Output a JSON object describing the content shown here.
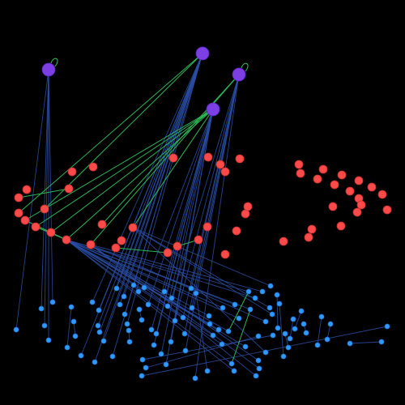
{
  "colors": {
    "background": "#000000",
    "hub_fill": "#7b3fe4",
    "hub_stroke": "#5a24c0",
    "mid_fill": "#ff4a4a",
    "mid_stroke": "#c82f2f",
    "leaf_fill": "#2f9bff",
    "leaf_stroke": "#1f6fd0",
    "edge_blue": "#2a4fa6",
    "edge_green": "#2fbf5a"
  },
  "graph": {
    "nodes": [
      {
        "id": "h1",
        "kind": "hub",
        "self_loop": true
      },
      {
        "id": "h2",
        "kind": "hub",
        "self_loop": false
      },
      {
        "id": "h3",
        "kind": "hub",
        "self_loop": true
      },
      {
        "id": "h4",
        "kind": "hub",
        "self_loop": false
      },
      {
        "id": "m1",
        "kind": "mid"
      },
      {
        "id": "m2",
        "kind": "mid"
      },
      {
        "id": "m3",
        "kind": "mid"
      },
      {
        "id": "m4",
        "kind": "mid"
      },
      {
        "id": "m5",
        "kind": "mid"
      },
      {
        "id": "m6",
        "kind": "mid"
      },
      {
        "id": "m7",
        "kind": "mid"
      },
      {
        "id": "m8",
        "kind": "mid"
      },
      {
        "id": "m9",
        "kind": "mid"
      },
      {
        "id": "m10",
        "kind": "mid"
      },
      {
        "id": "m11",
        "kind": "mid"
      },
      {
        "id": "m12",
        "kind": "mid"
      },
      {
        "id": "m13",
        "kind": "mid"
      },
      {
        "id": "m14",
        "kind": "mid"
      },
      {
        "id": "m15",
        "kind": "mid"
      },
      {
        "id": "m16",
        "kind": "mid"
      },
      {
        "id": "m17",
        "kind": "mid"
      },
      {
        "id": "m18",
        "kind": "mid"
      },
      {
        "id": "m19",
        "kind": "mid"
      },
      {
        "id": "m20",
        "kind": "mid"
      },
      {
        "id": "m21",
        "kind": "mid"
      },
      {
        "id": "m22",
        "kind": "mid"
      },
      {
        "id": "m23",
        "kind": "mid"
      },
      {
        "id": "m24",
        "kind": "mid"
      },
      {
        "id": "m25",
        "kind": "mid"
      },
      {
        "id": "m26",
        "kind": "mid"
      },
      {
        "id": "m27",
        "kind": "mid"
      },
      {
        "id": "m28",
        "kind": "mid"
      },
      {
        "id": "m29",
        "kind": "mid"
      },
      {
        "id": "m30",
        "kind": "mid"
      },
      {
        "id": "m31",
        "kind": "mid"
      },
      {
        "id": "m32",
        "kind": "mid"
      },
      {
        "id": "m33",
        "kind": "mid"
      },
      {
        "id": "m34",
        "kind": "mid"
      },
      {
        "id": "m35",
        "kind": "mid"
      },
      {
        "id": "m36",
        "kind": "mid"
      },
      {
        "id": "m37",
        "kind": "mid"
      },
      {
        "id": "m38",
        "kind": "mid"
      },
      {
        "id": "m39",
        "kind": "mid"
      },
      {
        "id": "m40",
        "kind": "mid"
      },
      {
        "id": "m41",
        "kind": "mid"
      },
      {
        "id": "m42",
        "kind": "mid"
      },
      {
        "id": "m43",
        "kind": "mid"
      },
      {
        "id": "m44",
        "kind": "mid"
      },
      {
        "id": "m45",
        "kind": "mid"
      },
      {
        "id": "m46",
        "kind": "mid"
      },
      {
        "id": "m47",
        "kind": "mid"
      },
      {
        "id": "m48",
        "kind": "mid"
      },
      {
        "id": "l1",
        "kind": "leaf"
      },
      {
        "id": "l2",
        "kind": "leaf"
      },
      {
        "id": "l3",
        "kind": "leaf"
      },
      {
        "id": "l4",
        "kind": "leaf"
      },
      {
        "id": "l5",
        "kind": "leaf"
      },
      {
        "id": "l6",
        "kind": "leaf"
      },
      {
        "id": "l7",
        "kind": "leaf"
      },
      {
        "id": "l8",
        "kind": "leaf"
      },
      {
        "id": "l9",
        "kind": "leaf"
      },
      {
        "id": "l10",
        "kind": "leaf"
      },
      {
        "id": "l11",
        "kind": "leaf"
      },
      {
        "id": "l12",
        "kind": "leaf"
      },
      {
        "id": "l13",
        "kind": "leaf"
      },
      {
        "id": "l14",
        "kind": "leaf"
      },
      {
        "id": "l15",
        "kind": "leaf"
      },
      {
        "id": "l16",
        "kind": "leaf"
      },
      {
        "id": "l17",
        "kind": "leaf"
      },
      {
        "id": "l18",
        "kind": "leaf"
      },
      {
        "id": "l19",
        "kind": "leaf"
      },
      {
        "id": "l20",
        "kind": "leaf"
      },
      {
        "id": "l21",
        "kind": "leaf"
      },
      {
        "id": "l22",
        "kind": "leaf"
      },
      {
        "id": "l23",
        "kind": "leaf"
      },
      {
        "id": "l24",
        "kind": "leaf"
      },
      {
        "id": "l25",
        "kind": "leaf"
      },
      {
        "id": "l26",
        "kind": "leaf"
      },
      {
        "id": "l27",
        "kind": "leaf"
      },
      {
        "id": "l28",
        "kind": "leaf"
      },
      {
        "id": "l29",
        "kind": "leaf"
      },
      {
        "id": "l30",
        "kind": "leaf"
      },
      {
        "id": "l31",
        "kind": "leaf"
      },
      {
        "id": "l32",
        "kind": "leaf"
      },
      {
        "id": "l33",
        "kind": "leaf"
      },
      {
        "id": "l34",
        "kind": "leaf"
      },
      {
        "id": "l35",
        "kind": "leaf"
      },
      {
        "id": "l36",
        "kind": "leaf"
      },
      {
        "id": "l37",
        "kind": "leaf"
      },
      {
        "id": "l38",
        "kind": "leaf"
      },
      {
        "id": "l39",
        "kind": "leaf"
      },
      {
        "id": "l40",
        "kind": "leaf"
      },
      {
        "id": "l41",
        "kind": "leaf"
      },
      {
        "id": "l42",
        "kind": "leaf"
      },
      {
        "id": "l43",
        "kind": "leaf"
      },
      {
        "id": "l44",
        "kind": "leaf"
      },
      {
        "id": "l45",
        "kind": "leaf"
      },
      {
        "id": "l46",
        "kind": "leaf"
      },
      {
        "id": "l47",
        "kind": "leaf"
      },
      {
        "id": "l48",
        "kind": "leaf"
      },
      {
        "id": "l49",
        "kind": "leaf"
      },
      {
        "id": "l50",
        "kind": "leaf"
      },
      {
        "id": "l51",
        "kind": "leaf"
      },
      {
        "id": "l52",
        "kind": "leaf"
      },
      {
        "id": "l53",
        "kind": "leaf"
      },
      {
        "id": "l54",
        "kind": "leaf"
      },
      {
        "id": "l55",
        "kind": "leaf"
      },
      {
        "id": "l56",
        "kind": "leaf"
      },
      {
        "id": "l57",
        "kind": "leaf"
      },
      {
        "id": "l58",
        "kind": "leaf"
      },
      {
        "id": "l59",
        "kind": "leaf"
      },
      {
        "id": "l60",
        "kind": "leaf"
      },
      {
        "id": "l61",
        "kind": "leaf"
      },
      {
        "id": "l62",
        "kind": "leaf"
      },
      {
        "id": "l63",
        "kind": "leaf"
      },
      {
        "id": "l64",
        "kind": "leaf"
      },
      {
        "id": "l65",
        "kind": "leaf"
      },
      {
        "id": "l66",
        "kind": "leaf"
      },
      {
        "id": "l67",
        "kind": "leaf"
      },
      {
        "id": "l68",
        "kind": "leaf"
      },
      {
        "id": "l69",
        "kind": "leaf"
      },
      {
        "id": "l70",
        "kind": "leaf"
      },
      {
        "id": "l71",
        "kind": "leaf"
      },
      {
        "id": "l72",
        "kind": "leaf"
      },
      {
        "id": "l73",
        "kind": "leaf"
      },
      {
        "id": "l74",
        "kind": "leaf"
      },
      {
        "id": "l75",
        "kind": "leaf"
      },
      {
        "id": "l76",
        "kind": "leaf"
      },
      {
        "id": "l77",
        "kind": "leaf"
      },
      {
        "id": "l78",
        "kind": "leaf"
      },
      {
        "id": "l79",
        "kind": "leaf"
      },
      {
        "id": "l80",
        "kind": "leaf"
      },
      {
        "id": "l81",
        "kind": "leaf"
      },
      {
        "id": "l82",
        "kind": "leaf"
      },
      {
        "id": "l83",
        "kind": "leaf"
      },
      {
        "id": "l84",
        "kind": "leaf"
      },
      {
        "id": "l85",
        "kind": "leaf"
      },
      {
        "id": "l86",
        "kind": "leaf"
      },
      {
        "id": "l87",
        "kind": "leaf"
      },
      {
        "id": "l88",
        "kind": "leaf"
      },
      {
        "id": "l89",
        "kind": "leaf"
      },
      {
        "id": "l90",
        "kind": "leaf"
      },
      {
        "id": "l91",
        "kind": "leaf"
      },
      {
        "id": "l92",
        "kind": "leaf"
      },
      {
        "id": "l93",
        "kind": "leaf"
      },
      {
        "id": "l94",
        "kind": "leaf"
      },
      {
        "id": "l95",
        "kind": "leaf"
      },
      {
        "id": "l96",
        "kind": "leaf"
      }
    ],
    "edges": [
      [
        "h1",
        "l1",
        "blue"
      ],
      [
        "h1",
        "l2",
        "blue"
      ],
      [
        "h1",
        "l3",
        "blue"
      ],
      [
        "h1",
        "l4",
        "blue"
      ],
      [
        "h1",
        "l5",
        "blue"
      ],
      [
        "h2",
        "l10",
        "blue"
      ],
      [
        "h2",
        "l11",
        "blue"
      ],
      [
        "h2",
        "l12",
        "blue"
      ],
      [
        "h2",
        "l13",
        "blue"
      ],
      [
        "h2",
        "l14",
        "blue"
      ],
      [
        "h2",
        "l15",
        "blue"
      ],
      [
        "h2",
        "l16",
        "blue"
      ],
      [
        "h2",
        "l17",
        "blue"
      ],
      [
        "h2",
        "l18",
        "blue"
      ],
      [
        "h2",
        "l19",
        "blue"
      ],
      [
        "h2",
        "l20",
        "blue"
      ],
      [
        "h2",
        "l21",
        "blue"
      ],
      [
        "h2",
        "l22",
        "blue"
      ],
      [
        "h2",
        "m11",
        "green"
      ],
      [
        "h2",
        "m12",
        "green"
      ],
      [
        "h3",
        "l40",
        "blue"
      ],
      [
        "h3",
        "l41",
        "blue"
      ],
      [
        "h3",
        "l42",
        "blue"
      ],
      [
        "h3",
        "l43",
        "blue"
      ],
      [
        "h3",
        "l44",
        "blue"
      ],
      [
        "h3",
        "l45",
        "blue"
      ],
      [
        "h3",
        "l46",
        "blue"
      ],
      [
        "h3",
        "l47",
        "blue"
      ],
      [
        "h3",
        "m17",
        "green"
      ],
      [
        "h3",
        "m18",
        "green"
      ],
      [
        "h4",
        "l30",
        "blue"
      ],
      [
        "h4",
        "l31",
        "blue"
      ],
      [
        "h4",
        "l32",
        "blue"
      ],
      [
        "h4",
        "l33",
        "blue"
      ],
      [
        "h4",
        "l34",
        "blue"
      ],
      [
        "h4",
        "l35",
        "blue"
      ],
      [
        "h4",
        "l36",
        "blue"
      ],
      [
        "h4",
        "l37",
        "blue"
      ],
      [
        "h4",
        "l38",
        "blue"
      ],
      [
        "h4",
        "l39",
        "blue"
      ],
      [
        "h4",
        "m13",
        "green"
      ],
      [
        "h4",
        "m14",
        "green"
      ],
      [
        "h4",
        "m15",
        "green"
      ],
      [
        "h4",
        "m16",
        "green"
      ],
      [
        "h4",
        "m19",
        "green"
      ],
      [
        "m16",
        "l50",
        "blue"
      ],
      [
        "m16",
        "l51",
        "blue"
      ],
      [
        "m16",
        "l52",
        "blue"
      ],
      [
        "m16",
        "l53",
        "blue"
      ],
      [
        "m16",
        "l54",
        "blue"
      ],
      [
        "m16",
        "l55",
        "blue"
      ],
      [
        "m16",
        "l56",
        "blue"
      ],
      [
        "m16",
        "l57",
        "blue"
      ],
      [
        "m16",
        "l58",
        "blue"
      ],
      [
        "m16",
        "l59",
        "blue"
      ],
      [
        "m16",
        "l60",
        "blue"
      ],
      [
        "m16",
        "l61",
        "blue"
      ],
      [
        "m16",
        "l62",
        "blue"
      ],
      [
        "m16",
        "l63",
        "blue"
      ],
      [
        "m16",
        "l64",
        "blue"
      ],
      [
        "m17",
        "l65",
        "blue"
      ],
      [
        "m17",
        "l66",
        "blue"
      ],
      [
        "m17",
        "l67",
        "blue"
      ],
      [
        "m17",
        "l68",
        "blue"
      ],
      [
        "m17",
        "l69",
        "blue"
      ],
      [
        "m19",
        "l70",
        "blue"
      ],
      [
        "m19",
        "l71",
        "blue"
      ],
      [
        "m19",
        "l72",
        "blue"
      ],
      [
        "m19",
        "l73",
        "blue"
      ],
      [
        "m10",
        "m9",
        "green"
      ],
      [
        "m21",
        "m22",
        "green"
      ],
      [
        "m23",
        "m24",
        "green"
      ],
      [
        "m13",
        "m16",
        "green"
      ],
      [
        "m14",
        "m16",
        "green"
      ],
      [
        "l6",
        "l7",
        "blue"
      ],
      [
        "l8",
        "l9",
        "blue"
      ],
      [
        "l23",
        "l24",
        "blue"
      ],
      [
        "l25",
        "l26",
        "blue"
      ],
      [
        "l27",
        "l28",
        "blue"
      ],
      [
        "l29",
        "l74",
        "blue"
      ],
      [
        "l75",
        "l76",
        "blue"
      ],
      [
        "l77",
        "l78",
        "blue"
      ],
      [
        "l79",
        "l80",
        "blue"
      ],
      [
        "l81",
        "l82",
        "blue"
      ],
      [
        "l83",
        "l84",
        "blue"
      ],
      [
        "l85",
        "l86",
        "blue"
      ],
      [
        "l87",
        "l88",
        "blue"
      ],
      [
        "l89",
        "l90",
        "blue"
      ],
      [
        "l91",
        "l92",
        "blue"
      ],
      [
        "l93",
        "l94",
        "blue"
      ],
      [
        "l95",
        "l96",
        "blue"
      ],
      [
        "l48",
        "l49",
        "blue"
      ],
      [
        "l56",
        "l62",
        "green"
      ],
      [
        "l57",
        "l63",
        "green"
      ]
    ]
  }
}
